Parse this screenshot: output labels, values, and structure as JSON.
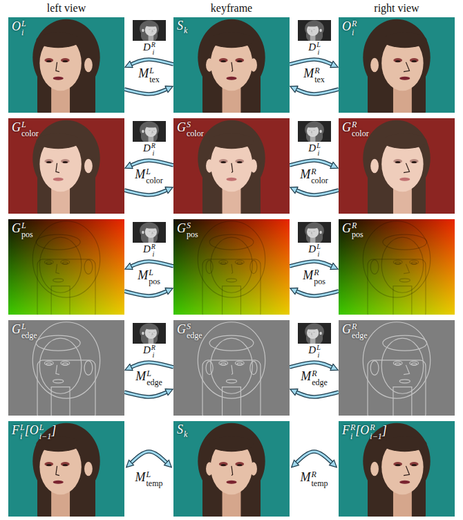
{
  "diagram": {
    "nodes": [
      {
        "text": [
          "O",
          "i",
          "L"
        ]
      },
      {
        "text": [
          "D",
          "i",
          "R"
        ]
      },
      {
        "text": [
          "S",
          "k"
        ]
      },
      {
        "text": [
          "D",
          "i",
          "L"
        ]
      },
      {
        "text": [
          "O",
          "i",
          "R"
        ]
      },
      {
        "text": [
          "G",
          "color",
          "L"
        ]
      },
      {
        "text": [
          "D",
          "i",
          "R"
        ]
      },
      {
        "text": [
          "G",
          "color",
          "S"
        ]
      },
      {
        "text": [
          "D",
          "i",
          "L"
        ]
      },
      {
        "text": [
          "G",
          "color",
          "R"
        ]
      },
      {
        "text": [
          "G",
          "pos",
          "L"
        ]
      },
      {
        "text": [
          "D",
          "i",
          "R"
        ]
      },
      {
        "text": [
          "G",
          "pos",
          "S"
        ]
      },
      {
        "text": [
          "D",
          "i",
          "L"
        ]
      },
      {
        "text": [
          "G",
          "pos",
          "R"
        ]
      },
      {
        "text": [
          "G",
          "edge",
          "L"
        ]
      },
      {
        "text": [
          "D",
          "i",
          "R"
        ]
      },
      {
        "text": [
          "G",
          "edge",
          "S"
        ]
      },
      {
        "text": [
          "D",
          "i",
          "L"
        ]
      },
      {
        "text": [
          "G",
          "edge",
          "R"
        ]
      },
      {
        "text": [
          "F",
          "i",
          "L",
          "[",
          "O",
          "i−1",
          "L",
          "]"
        ]
      },
      {
        "text": [
          "S",
          "k"
        ]
      },
      {
        "text": [
          "F",
          "i",
          "R",
          "[",
          "O",
          "i−1",
          "R",
          "]"
        ]
      }
    ],
    "edges": [
      {
        "from": 2,
        "to": 0,
        "arrow": "to"
      },
      {
        "from": 0,
        "to": 2,
        "arrow": "to"
      },
      {
        "from": 2,
        "to": 4,
        "arrow": "to"
      },
      {
        "from": 4,
        "to": 2,
        "arrow": "to"
      },
      {
        "from": 7,
        "to": 5,
        "arrow": "to"
      },
      {
        "from": 5,
        "to": 7,
        "arrow": "to"
      },
      {
        "from": 7,
        "to": 9,
        "arrow": "to"
      },
      {
        "from": 9,
        "to": 7,
        "arrow": "to"
      },
      {
        "from": 12,
        "to": 10,
        "arrow": "to"
      },
      {
        "from": 10,
        "to": 12,
        "arrow": "to"
      },
      {
        "from": 12,
        "to": 14,
        "arrow": "to"
      },
      {
        "from": 14,
        "to": 12,
        "arrow": "to"
      },
      {
        "from": 17,
        "to": 15,
        "arrow": "to"
      },
      {
        "from": 15,
        "to": 17,
        "arrow": "to"
      },
      {
        "from": 17,
        "to": 19,
        "arrow": "to"
      },
      {
        "from": 19,
        "to": 17,
        "arrow": "to"
      },
      {
        "from": 21,
        "to": 20,
        "arrow": "both"
      },
      {
        "from": 21,
        "to": 22,
        "arrow": "both"
      }
    ],
    "labels": [
      "left view",
      "keyframe",
      "right view",
      "M",
      "tex",
      "L",
      "M",
      "tex",
      "R",
      "M",
      "color",
      "L",
      "M",
      "color",
      "R",
      "M",
      "pos",
      "L",
      "M",
      "pos",
      "R",
      "M",
      "edge",
      "L",
      "M",
      "edge",
      "R",
      "M",
      "temp",
      "L",
      "M",
      "temp",
      "R"
    ]
  }
}
